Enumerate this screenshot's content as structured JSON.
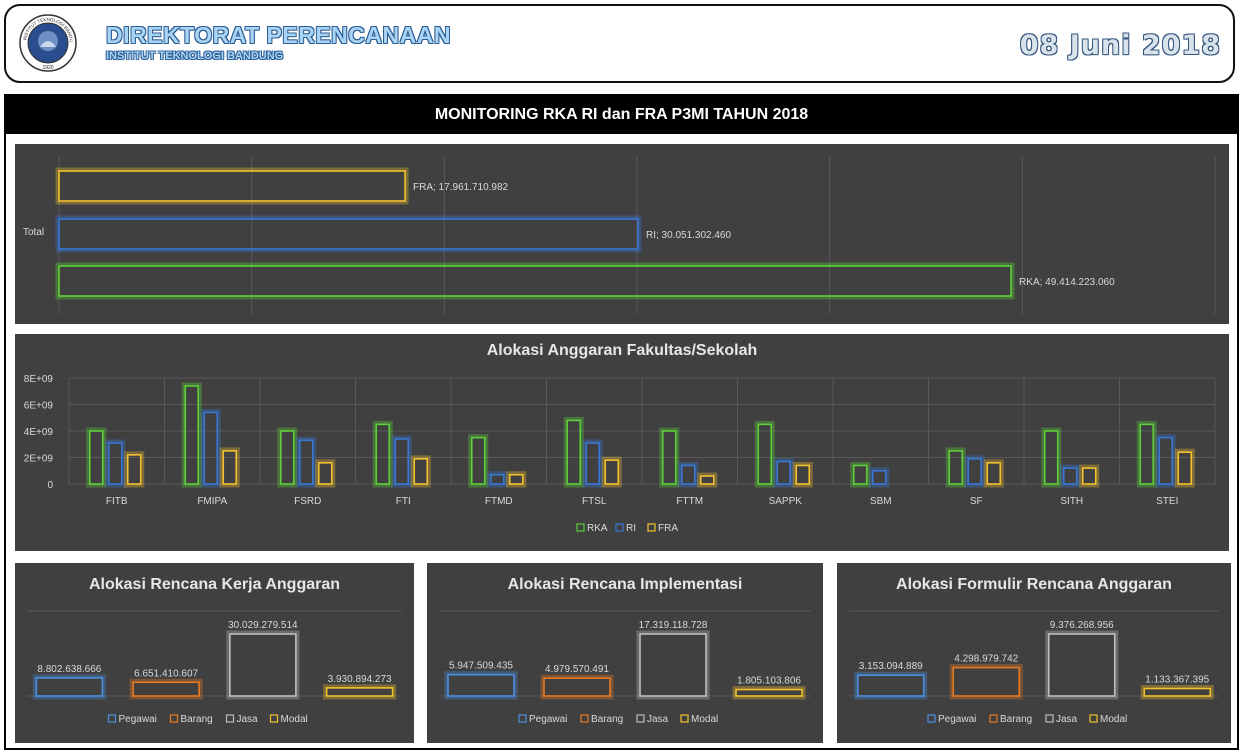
{
  "header": {
    "org_title": "DIREKTORAT PERENCANAAN",
    "org_subtitle": "INSTITUT TEKNOLOGI BANDUNG",
    "date": "08 Juni 2018",
    "logo": {
      "icon": "itb-seal-icon",
      "year": "1920",
      "ring_text": "INSTITUT TEKNOLOGI BANDUNG"
    }
  },
  "dashboard": {
    "title": "MONITORING RKA RI dan FRA P3MI TAHUN 2018"
  },
  "colors": {
    "RKA": "#5fd03a",
    "RI": "#3a78d8",
    "FRA": "#f2c12e",
    "Pegawai": "#4a90e0",
    "Barang": "#e87a22",
    "Jasa": "#bdbdbd",
    "Modal": "#f2c12e"
  },
  "chart_data": [
    {
      "type": "bar",
      "orientation": "horizontal",
      "categories": [
        "Total"
      ],
      "series": [
        {
          "name": "FRA",
          "values": [
            17961710982
          ],
          "label": "FRA;  17.961.710.982"
        },
        {
          "name": "RI",
          "values": [
            30051302460
          ],
          "label": "RI;  30.051.302.460"
        },
        {
          "name": "RKA",
          "values": [
            49414223060
          ],
          "label": "RKA;  49.414.223.060"
        }
      ],
      "xlim": [
        0,
        60000000000
      ],
      "grid": true,
      "legend": "none"
    },
    {
      "type": "bar",
      "title": "Alokasi Anggaran Fakultas/Sekolah",
      "categories": [
        "FITB",
        "FMIPA",
        "FSRD",
        "FTI",
        "FTMD",
        "FTSL",
        "FTTM",
        "SAPPK",
        "SBM",
        "SF",
        "SITH",
        "STEI"
      ],
      "series": [
        {
          "name": "RKA",
          "values": [
            4000000000,
            7400000000,
            4000000000,
            4500000000,
            3500000000,
            4800000000,
            4000000000,
            4500000000,
            1400000000,
            2500000000,
            4000000000,
            4500000000
          ]
        },
        {
          "name": "RI",
          "values": [
            3100000000,
            5400000000,
            3300000000,
            3400000000,
            700000000,
            3100000000,
            1400000000,
            1700000000,
            1000000000,
            1900000000,
            1200000000,
            3500000000
          ]
        },
        {
          "name": "FRA",
          "values": [
            2200000000,
            2500000000,
            1600000000,
            1900000000,
            700000000,
            1800000000,
            600000000,
            1400000000,
            0,
            1600000000,
            1200000000,
            2400000000
          ]
        }
      ],
      "ylim": [
        0,
        8000000000
      ],
      "yticks": [
        "0",
        "2E+09",
        "4E+09",
        "6E+09",
        "8E+09"
      ],
      "yvalues": [
        0,
        2000000000,
        4000000000,
        6000000000,
        8000000000
      ],
      "grid": true,
      "legend": "bottom"
    },
    {
      "type": "bar",
      "title": "Alokasi Rencana Kerja Anggaran",
      "categories": [
        "Pegawai",
        "Barang",
        "Jasa",
        "Modal"
      ],
      "values": [
        8802638666,
        6651410607,
        30029279514,
        3930894273
      ],
      "labels": [
        "8.802.638.666",
        "6.651.410.607",
        "30.029.279.514",
        "3.930.894.273"
      ],
      "legend": "bottom"
    },
    {
      "type": "bar",
      "title": "Alokasi Rencana Implementasi",
      "categories": [
        "Pegawai",
        "Barang",
        "Jasa",
        "Modal"
      ],
      "values": [
        5947509435,
        4979570491,
        17319118728,
        1805103806
      ],
      "labels": [
        "5.947.509.435",
        "4.979.570.491",
        "17.319.118.728",
        "1.805.103.806"
      ],
      "legend": "bottom"
    },
    {
      "type": "bar",
      "title": "Alokasi Formulir Rencana Anggaran",
      "categories": [
        "Pegawai",
        "Barang",
        "Jasa",
        "Modal"
      ],
      "values": [
        3153094889,
        4298979742,
        9376268956,
        1133367395
      ],
      "labels": [
        "3.153.094.889",
        "4.298.979.742",
        "9.376.268.956",
        "1.133.367.395"
      ],
      "legend": "bottom"
    }
  ]
}
